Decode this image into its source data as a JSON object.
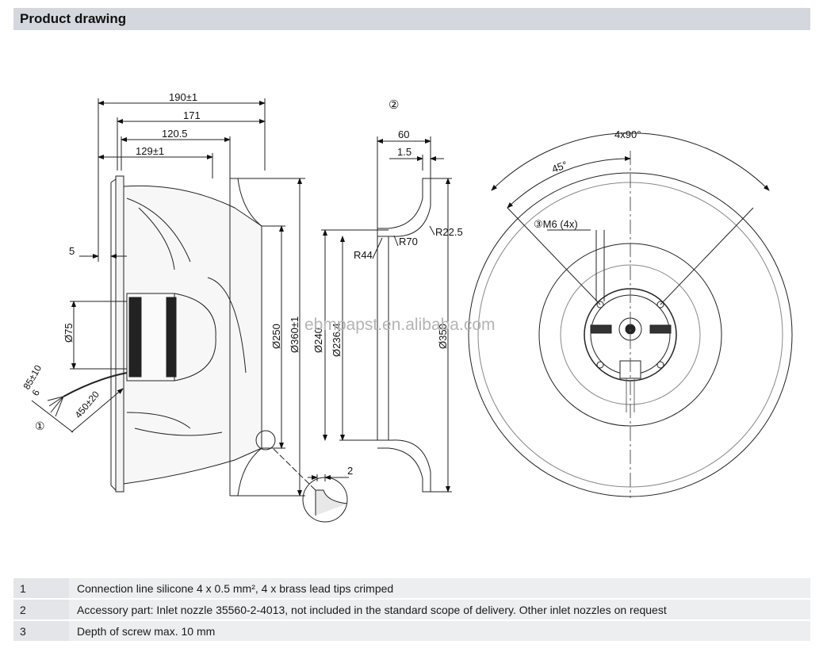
{
  "header": {
    "title": "Product drawing"
  },
  "drawing": {
    "side_dims": {
      "d190": "190±1",
      "d171": "171",
      "d120": "120.5",
      "d129": "129±1",
      "d5": "5",
      "d75": "Ø75",
      "d250": "Ø250",
      "d360": "Ø360±1",
      "d85": "85±10",
      "d6": "6",
      "d450": "450±20",
      "callout1": "①",
      "d2": "2"
    },
    "nozzle_dims": {
      "callout2": "②",
      "d60": "60",
      "d15": "1.5",
      "r44": "R44",
      "r70": "R70",
      "r225": "R22.5",
      "d240": "Ø240",
      "d2364": "Ø236.4",
      "d350": "Ø350"
    },
    "front_dims": {
      "angle4x90": "4x90°",
      "angle45": "45°",
      "screw": "③M6 (4x)"
    },
    "watermark": "ebmpapst.en.alibaba.com"
  },
  "notes": [
    {
      "num": "1",
      "text": "Connection line silicone 4 x 0.5 mm², 4 x brass lead tips crimped"
    },
    {
      "num": "2",
      "text": "Accessory part: Inlet nozzle 35560-2-4013, not included in the standard scope of delivery. Other inlet nozzles on request"
    },
    {
      "num": "3",
      "text": "Depth of screw max. 10 mm"
    }
  ]
}
